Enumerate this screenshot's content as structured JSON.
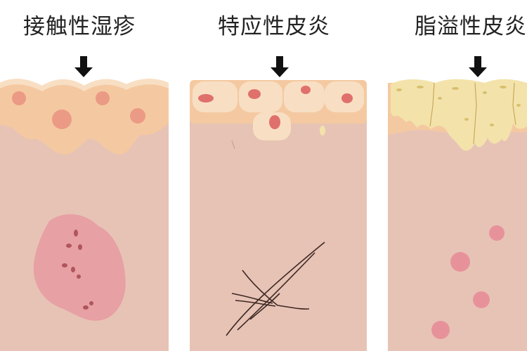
{
  "panels": [
    {
      "title": "接触性湿疹"
    },
    {
      "title": "特应性皮炎"
    },
    {
      "title": "脂溢性皮炎"
    }
  ],
  "colors": {
    "dermis": "#e7c3b6",
    "epidermis": "#f4c9a1",
    "epidermis_light": "#f8dfc3",
    "cell_dot": "#eb9a86",
    "nucleus": "#e0706c",
    "lesion": "#e7a0a3",
    "lesion_fleck": "#b0555c",
    "scratch": "#3e2823",
    "sebum": "#f3e3aa",
    "sebum_dark": "#d8bf6f",
    "spot": "#e7929b",
    "arrow": "#111111"
  },
  "icons": {
    "pointer": "arrow-down-icon"
  }
}
